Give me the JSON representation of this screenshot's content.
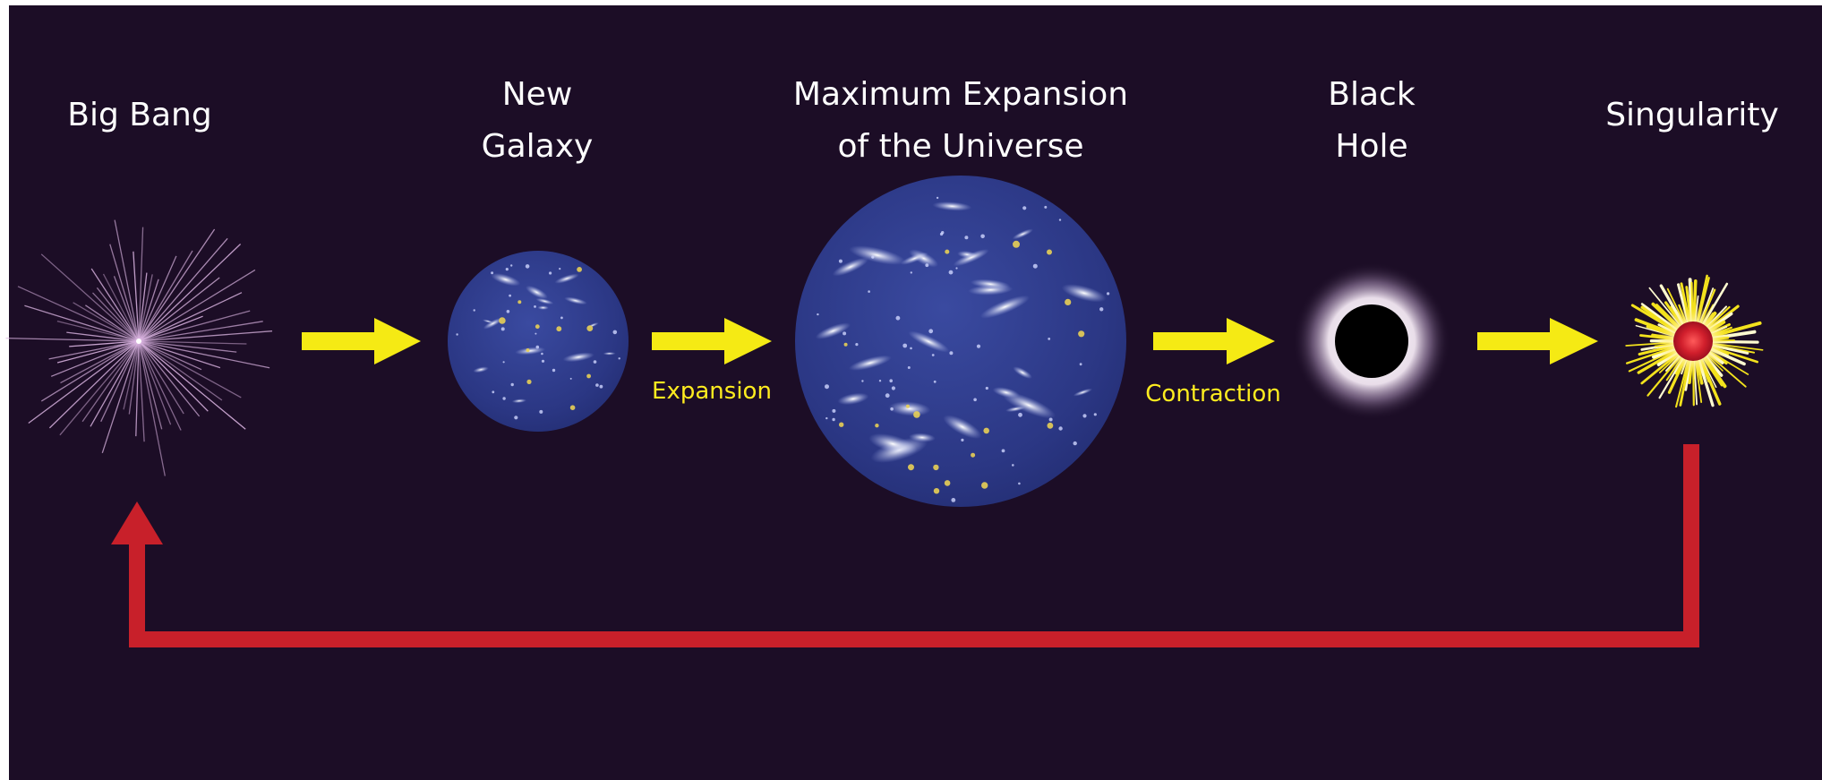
{
  "stages": [
    {
      "id": "big-bang",
      "label": "Big Bang"
    },
    {
      "id": "new-galaxy",
      "label": "New\nGalaxy"
    },
    {
      "id": "max-expansion",
      "label": "Maximum Expansion\nof the Universe"
    },
    {
      "id": "black-hole",
      "label": "Black\nHole"
    },
    {
      "id": "singularity",
      "label": "Singularity"
    }
  ],
  "transitions": {
    "expansion": "Expansion",
    "contraction": "Contraction"
  },
  "colors": {
    "background": "#1c0d26",
    "label_text": "#ffffff",
    "flow_arrow": "#f5ea14",
    "transition_text": "#ffec1f",
    "cycle_arrow": "#c8202a",
    "galaxy_fill": "#2d3a8a",
    "black_hole": "#000000",
    "singularity_core": "#d11f2c"
  }
}
